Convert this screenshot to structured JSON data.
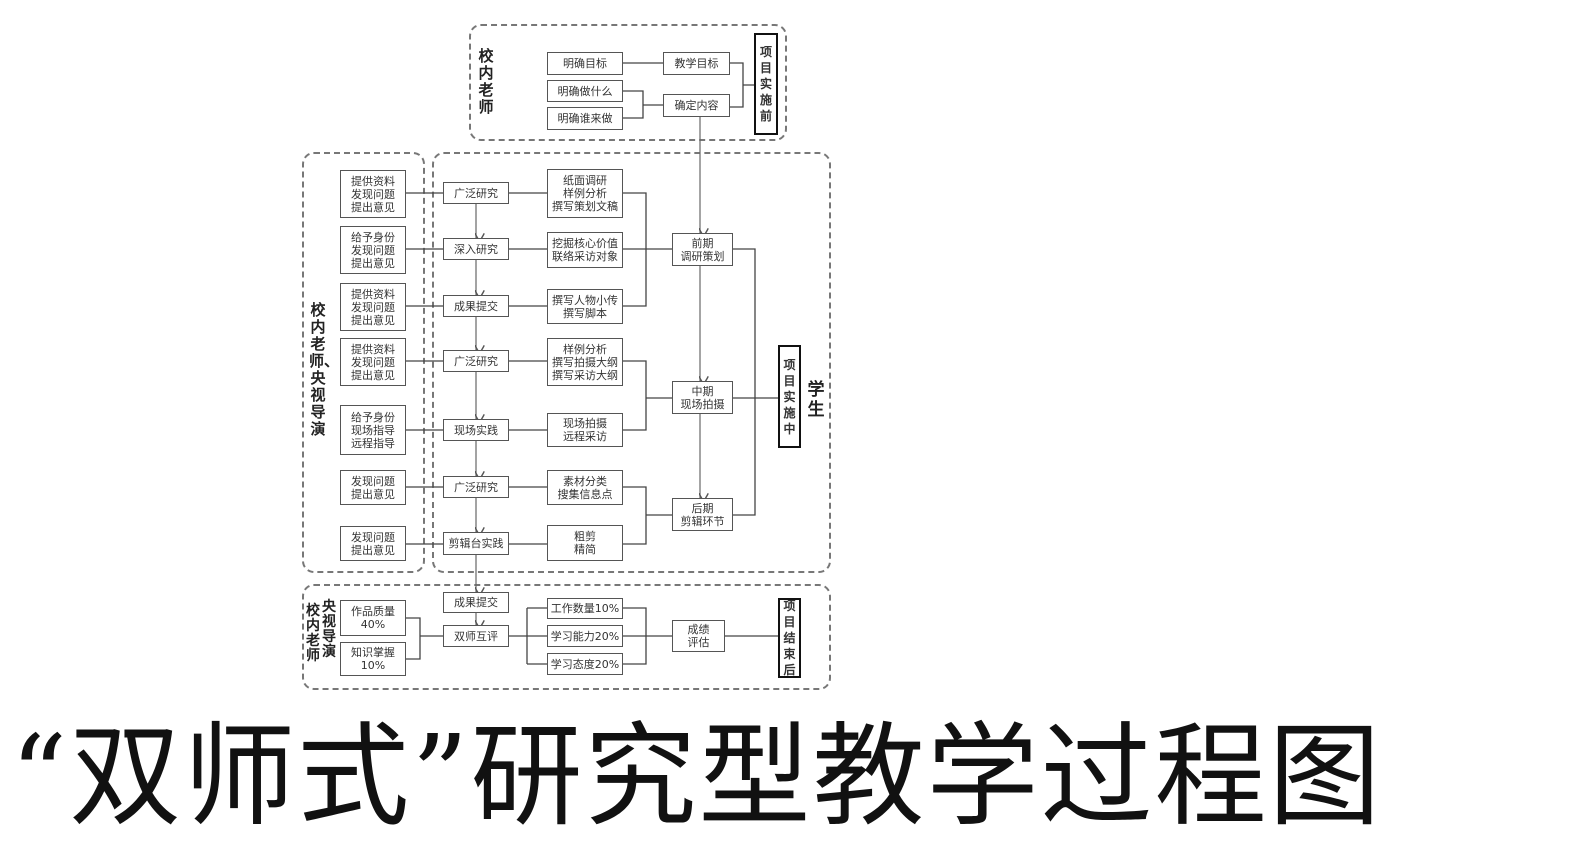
{
  "title": "“双师式”研究型教学过程图",
  "pre": {
    "group": "校内老师",
    "goal": "明确目标",
    "what": "明确做什么",
    "who": "明确谁来做",
    "teach_goal": "教学目标",
    "content": "确定内容",
    "phase": "项目实施前"
  },
  "mid": {
    "left_group": "校内老师、央视导演",
    "right_group": "学生",
    "teacher": [
      "提供资料\n发现问题\n提出意见",
      "给予身份\n发现问题\n提出意见",
      "提供资料\n发现问题\n提出意见",
      "提供资料\n发现问题\n提出意见",
      "给予身份\n现场指导\n远程指导",
      "发现问题\n提出意见",
      "发现问题\n提出意见"
    ],
    "steps": [
      "广泛研究",
      "深入研究",
      "成果提交",
      "广泛研究",
      "现场实践",
      "广泛研究",
      "剪辑台实践"
    ],
    "tasks": [
      "纸面调研\n样例分析\n撰写策划文稿",
      "挖掘核心价值\n联络采访对象",
      "撰写人物小传\n撰写脚本",
      "样例分析\n撰写拍摄大纲\n撰写采访大纲",
      "现场拍摄\n远程采访",
      "素材分类\n搜集信息点",
      "粗剪\n精简"
    ],
    "stages": [
      "前期\n调研策划",
      "中期\n现场拍摄",
      "后期\n剪辑环节"
    ],
    "phase": "项目实施中"
  },
  "post": {
    "group_a": "校内老师",
    "group_b": "央视导演",
    "quality": "作品质量\n40%",
    "knowledge": "知识掌握\n10%",
    "submit": "成果提交",
    "review": "双师互评",
    "work": "工作数量10%",
    "ability": "学习能力20%",
    "attitude": "学习态度20%",
    "score": "成绩\n评估",
    "phase": "项目结束后"
  }
}
